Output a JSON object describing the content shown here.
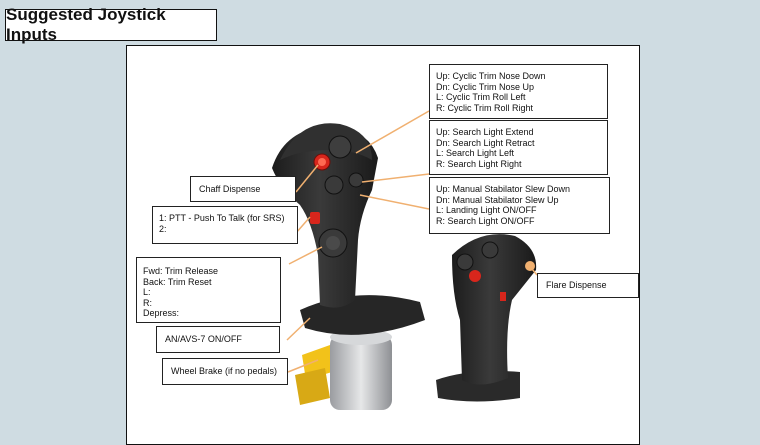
{
  "title": "Suggested Joystick Inputs",
  "labels": {
    "cyclic_trim": [
      "Up: Cyclic Trim Nose Down",
      "Dn: Cyclic Trim Nose Up",
      "L: Cyclic Trim Roll Left",
      "R: Cyclic Trim Roll Right"
    ],
    "search_light": [
      "Up: Search Light Extend",
      "Dn: Search Light Retract",
      "L: Search Light Left",
      "R: Search Light Right"
    ],
    "stabilator": [
      "Up: Manual Stabilator Slew Down",
      "Dn: Manual Stabilator Slew Up",
      "L: Landing Light ON/OFF",
      "R: Search Light ON/OFF"
    ],
    "chaff": "Chaff Dispense",
    "ptt": [
      "1: PTT - Push To Talk (for SRS)",
      "2:"
    ],
    "trim": [
      "Fwd: Trim Release",
      "Back: Trim Reset",
      "L:",
      "R:",
      "Depress:"
    ],
    "anavs": "AN/AVS-7 ON/OFF",
    "wheel_brake": "Wheel Brake (if no pedals)",
    "flare": "Flare Dispense"
  },
  "colors": {
    "background": "#cfdce2",
    "leader_line": "#f0b070",
    "stick_body": "#2b2b2b",
    "red_button": "#d8261c",
    "base_chrome": "#c7c9cb",
    "base_yellow": "#f2c21a"
  }
}
